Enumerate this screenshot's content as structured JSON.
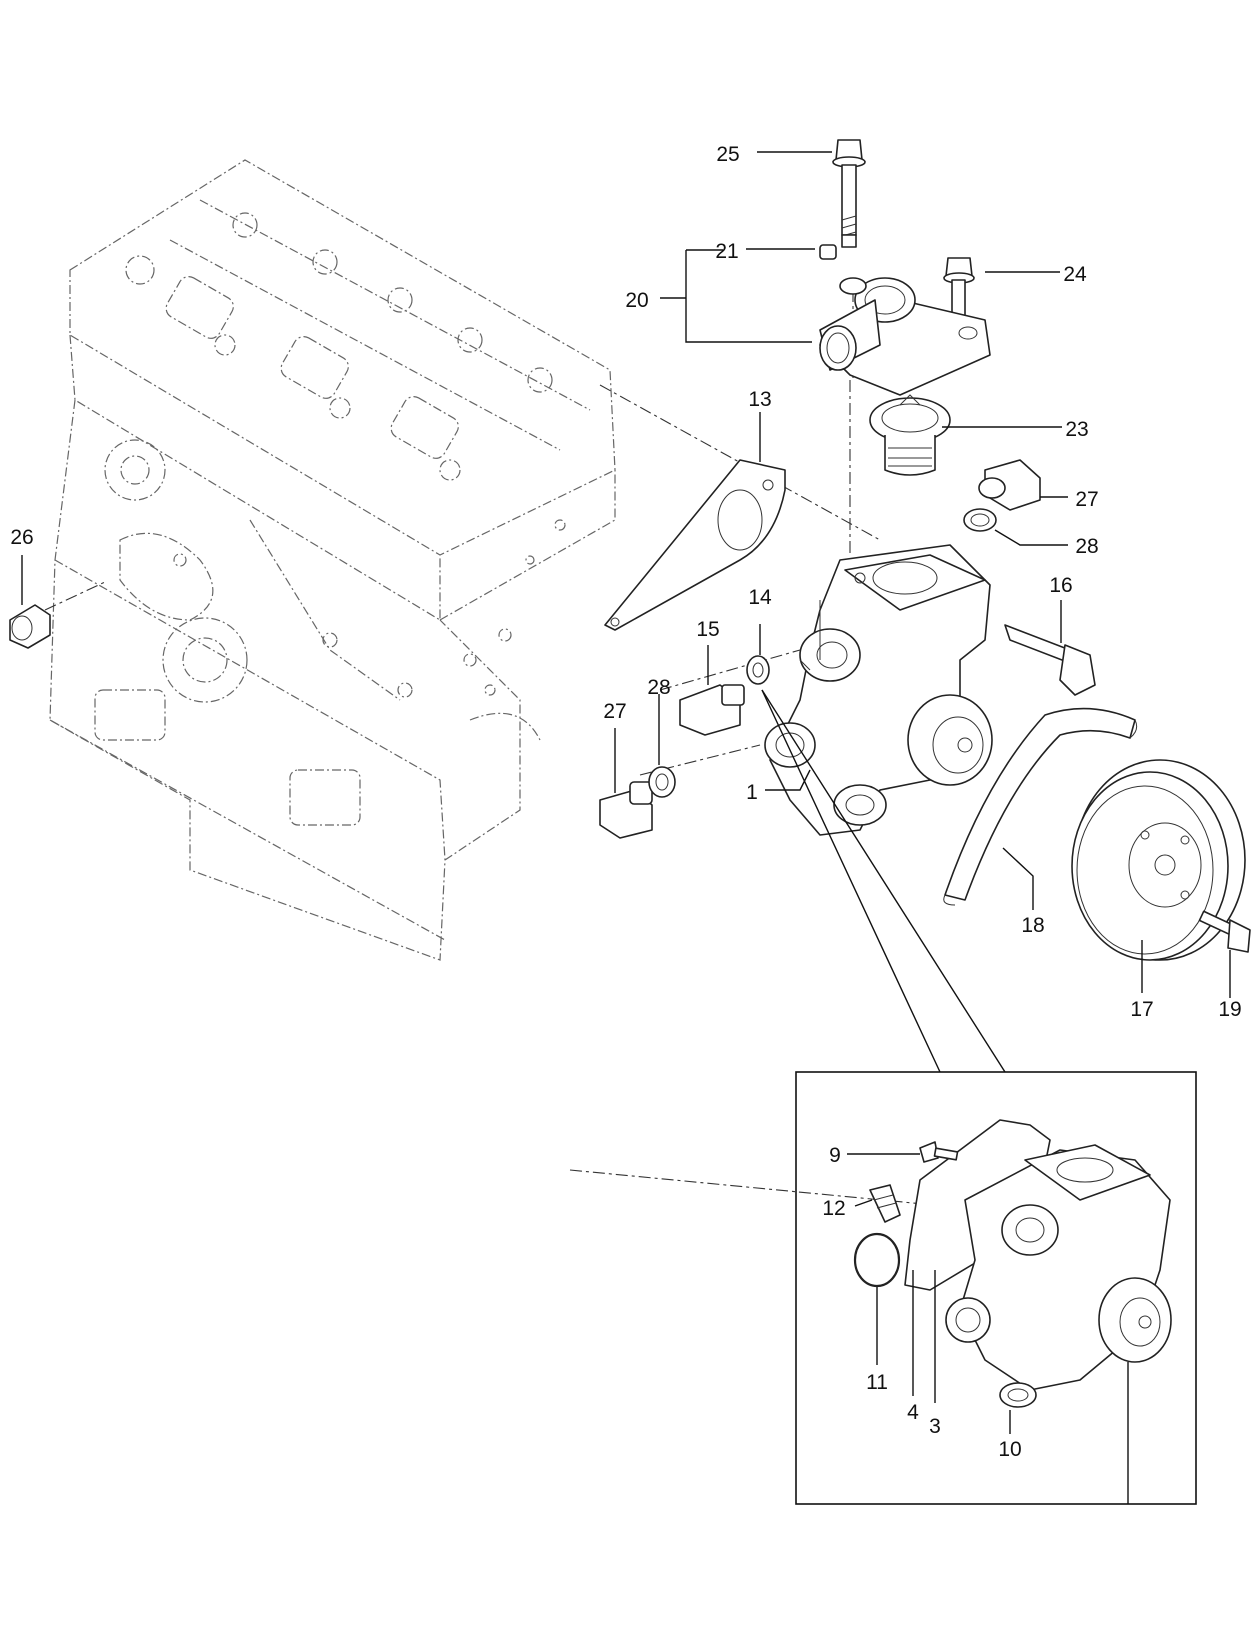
{
  "callouts": {
    "c1": "1",
    "c3": "3",
    "c4": "4",
    "c9": "9",
    "c10": "10",
    "c11": "11",
    "c12": "12",
    "c13": "13",
    "c14": "14",
    "c15": "15",
    "c16": "16",
    "c17": "17",
    "c18": "18",
    "c19": "19",
    "c20": "20",
    "c21": "21",
    "c23": "23",
    "c24": "24",
    "c25": "25",
    "c26": "26",
    "c27a": "27",
    "c27b": "27",
    "c28a": "28",
    "c28b": "28"
  }
}
